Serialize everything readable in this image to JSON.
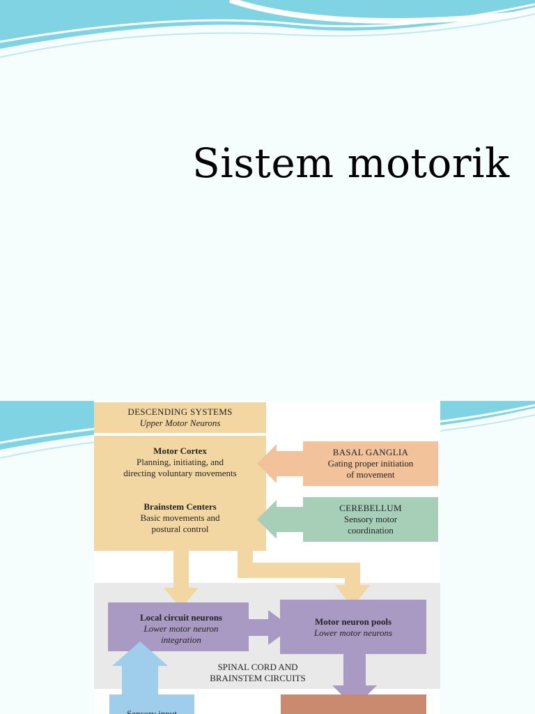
{
  "slide": {
    "title": "Sistem motorik"
  },
  "diagram": {
    "descending": {
      "title": "DESCENDING SYSTEMS",
      "subtitle": "Upper Motor Neurons"
    },
    "motor_cortex": {
      "title": "Motor Cortex",
      "line1": "Planning, initiating, and",
      "line2": "directing voluntary movements"
    },
    "brainstem": {
      "title": "Brainstem Centers",
      "line1": "Basic movements and",
      "line2": "postural control"
    },
    "basal_ganglia": {
      "title": "BASAL GANGLIA",
      "line1": "Gating proper initiation",
      "line2": "of movement"
    },
    "cerebellum": {
      "title": "CEREBELLUM",
      "line1": "Sensory motor",
      "line2": "coordination"
    },
    "local_circuit": {
      "title": "Local circuit neurons",
      "line1": "Lower motor neuron",
      "line2": "integration"
    },
    "motor_pools": {
      "title": "Motor neuron pools",
      "line1": "Lower motor neurons"
    },
    "spinal": {
      "line1": "SPINAL CORD AND",
      "line2": "BRAINSTEM CIRCUITS"
    },
    "sensory_partial": "Sensory input"
  },
  "colors": {
    "tan": "#f3d7a2",
    "orange": "#f2c29a",
    "green": "#a7cfb8",
    "purple": "#a99ac4",
    "blue": "#9fcdec",
    "gray": "#e9e9e9",
    "brown": "#c98a70"
  }
}
